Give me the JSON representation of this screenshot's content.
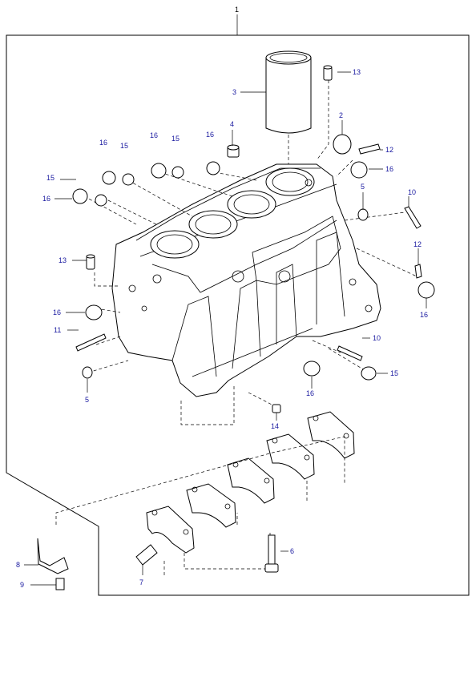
{
  "figure": {
    "assembly_callout": "1",
    "callouts": [
      {
        "id": "c2",
        "label": "2"
      },
      {
        "id": "c3",
        "label": "3"
      },
      {
        "id": "c4",
        "label": "4"
      },
      {
        "id": "c5a",
        "label": "5"
      },
      {
        "id": "c5b",
        "label": "5"
      },
      {
        "id": "c6",
        "label": "6"
      },
      {
        "id": "c7",
        "label": "7"
      },
      {
        "id": "c8",
        "label": "8"
      },
      {
        "id": "c9",
        "label": "9"
      },
      {
        "id": "c10a",
        "label": "10"
      },
      {
        "id": "c10b",
        "label": "10"
      },
      {
        "id": "c11",
        "label": "11"
      },
      {
        "id": "c12a",
        "label": "12"
      },
      {
        "id": "c12b",
        "label": "12"
      },
      {
        "id": "c13a",
        "label": "13"
      },
      {
        "id": "c13b",
        "label": "13"
      },
      {
        "id": "c14",
        "label": "14"
      },
      {
        "id": "c15a",
        "label": "15"
      },
      {
        "id": "c15b",
        "label": "15"
      },
      {
        "id": "c15c",
        "label": "15"
      },
      {
        "id": "c15d",
        "label": "15"
      },
      {
        "id": "c16a",
        "label": "16"
      },
      {
        "id": "c16b",
        "label": "16"
      },
      {
        "id": "c16c",
        "label": "16"
      },
      {
        "id": "c16d",
        "label": "16"
      },
      {
        "id": "c16e",
        "label": "16"
      },
      {
        "id": "c16f",
        "label": "16"
      },
      {
        "id": "c16g",
        "label": "16"
      }
    ]
  }
}
